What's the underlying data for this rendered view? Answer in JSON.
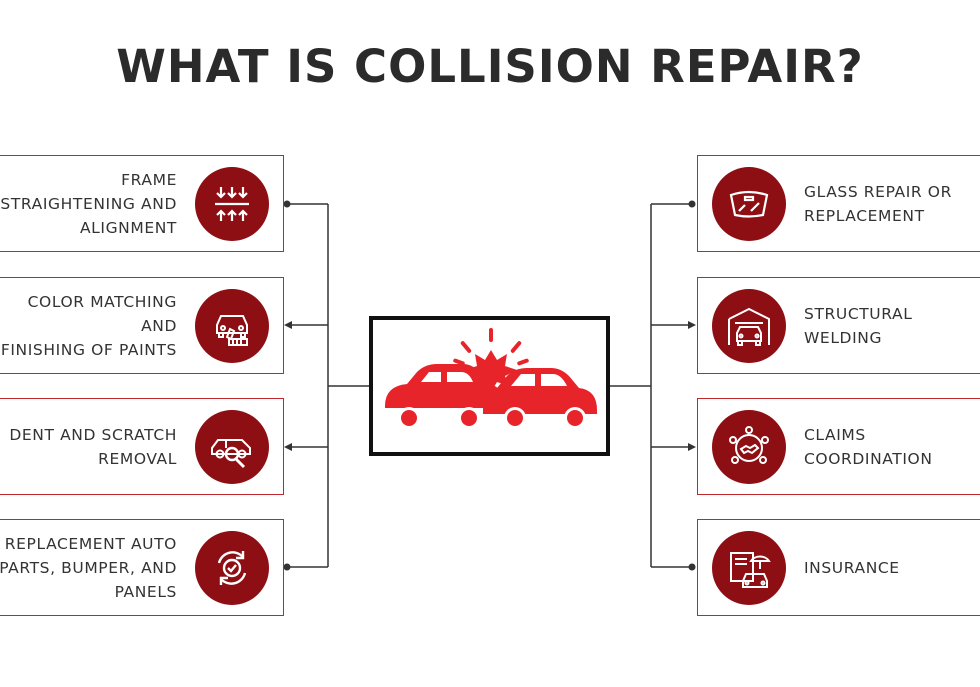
{
  "title": "WHAT IS COLLISION REPAIR?",
  "left_items": [
    {
      "label": "FRAME\nSTRAIGHTENING AND\nALIGNMENT",
      "icon": "frame-alignment-icon"
    },
    {
      "label": "COLOR MATCHING AND\nFINISHING OF PAINTS",
      "icon": "paint-matching-icon"
    },
    {
      "label": "DENT AND SCRATCH\nREMOVAL",
      "icon": "dent-inspection-icon"
    },
    {
      "label": "REPLACEMENT AUTO\nPARTS, BUMPER, AND\nPANELS",
      "icon": "replacement-cycle-icon"
    }
  ],
  "right_items": [
    {
      "label": "GLASS REPAIR OR\nREPLACEMENT",
      "icon": "windshield-icon"
    },
    {
      "label": "STRUCTURAL\nWELDING",
      "icon": "garage-welding-icon"
    },
    {
      "label": "CLAIMS\nCOORDINATION",
      "icon": "claims-network-icon"
    },
    {
      "label": "INSURANCE",
      "icon": "insurance-umbrella-icon"
    }
  ],
  "center_icon": "car-collision-icon",
  "colors": {
    "accent": "#c0282d",
    "icon_bg": "#8d0f14",
    "center_red": "#e8242b",
    "text": "#333333"
  }
}
